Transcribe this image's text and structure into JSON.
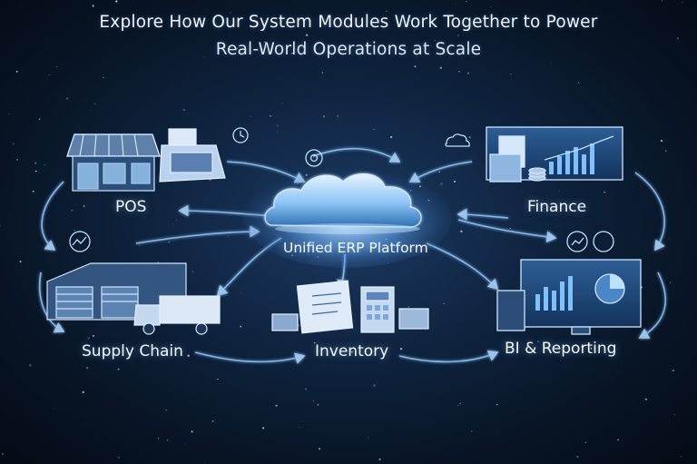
{
  "header": {
    "title_line1": "Explore How Our System Modules Work Together to Power",
    "title_line2": "Real-World Operations at Scale"
  },
  "hub": {
    "label": "Unified ERP Platform",
    "icon": "cloud-icon"
  },
  "modules": [
    {
      "id": "pos",
      "label": "POS",
      "icon": "storefront-register-icon"
    },
    {
      "id": "finance",
      "label": "Finance",
      "icon": "monitor-chart-icon"
    },
    {
      "id": "supply",
      "label": "Supply Chain",
      "icon": "warehouse-truck-icon"
    },
    {
      "id": "inventory",
      "label": "Inventory",
      "icon": "clipboard-calculator-icon"
    },
    {
      "id": "bi",
      "label": "BI & Reporting",
      "icon": "dashboard-monitor-icon"
    }
  ],
  "colors": {
    "accent": "#6fb4ff",
    "glow": "#9fd2ff",
    "background": "#0b1a30"
  }
}
